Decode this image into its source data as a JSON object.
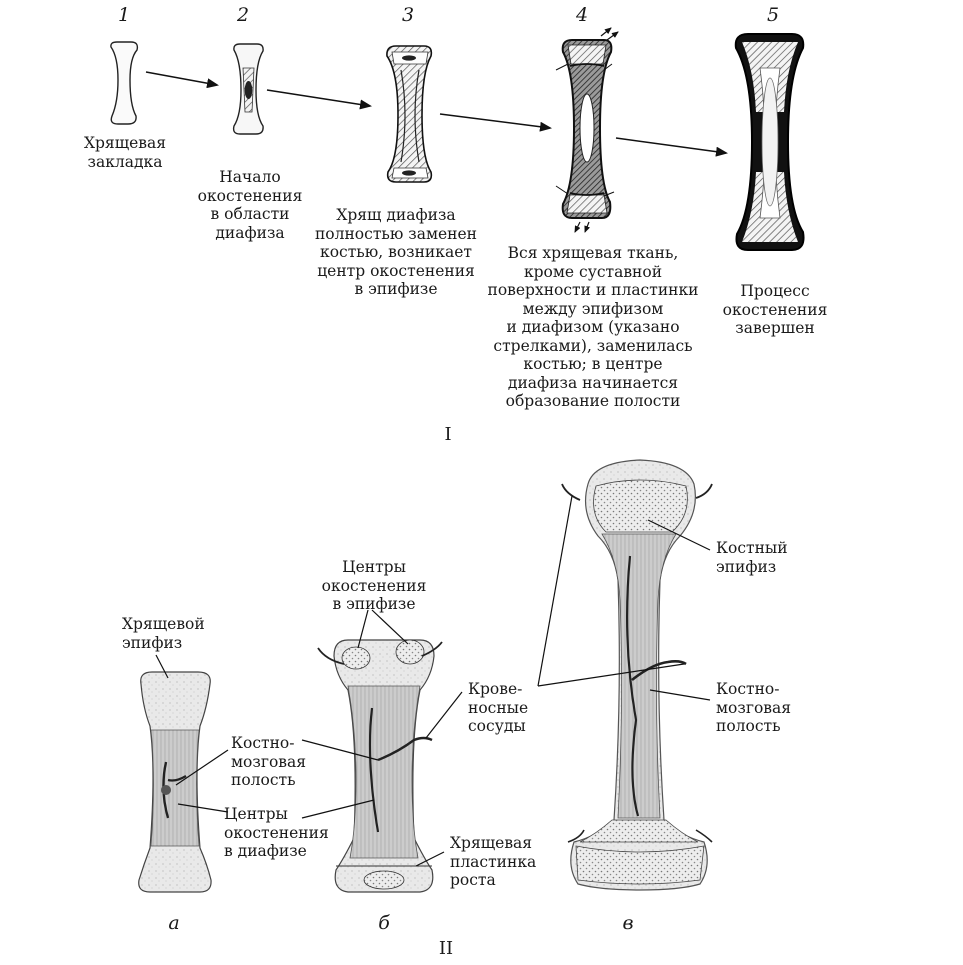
{
  "part1": {
    "roman": "I",
    "stages": [
      {
        "num": "1",
        "caption": "Хрящевая\nзакладка"
      },
      {
        "num": "2",
        "caption": "Начало\nокостенения\nв области\nдиафиза"
      },
      {
        "num": "3",
        "caption": "Хрящ  диафиза\nполностью заменен\nкостью, возникает\nцентр окостенения\nв эпифизе"
      },
      {
        "num": "4",
        "caption": "Вся  хрящевая ткань,\nкроме суставной\nповерхности и пластинки\nмежду эпифизом\nи диафизом (указано\nстрелками), заменилась\nкостью; в центре\nдиафиза начинается\nобразование полости"
      },
      {
        "num": "5",
        "caption": "Процесс\nокостенения\nзавершен"
      }
    ]
  },
  "part2": {
    "roman": "II",
    "letters": [
      "а",
      "б",
      "в"
    ],
    "labels": {
      "cartilage_epiphysis": "Хрящевой\nэпифиз",
      "marrow_cavity_a": "Костно-\nмозговая\nполость",
      "ossification_centers_diaphysis": "Центры\nокостенения\nв диафизе",
      "ossification_centers_epiphysis": "Центры\nокостенения\nв эпифизе",
      "blood_vessels": "Крове-\nносные\nсосуды",
      "growth_plate": "Хрящевая\nпластинка\nроста",
      "bone_epiphysis": "Костный\nэпифиз",
      "marrow_cavity_c": "Костно-\nмозговая\nполость"
    }
  }
}
